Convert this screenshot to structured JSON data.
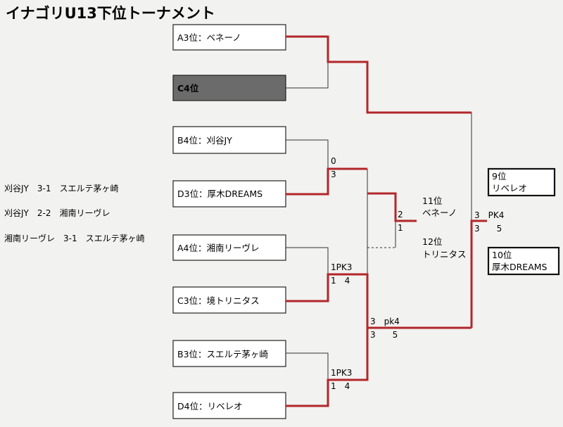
{
  "title": "イナゴリU13下位トーナメント",
  "colors": {
    "winner_line": "#b3262a",
    "line": "#333333",
    "box_fill": "#ffffff",
    "box_fill_dark": "#6b6b6b",
    "box_border": "#222222"
  },
  "teams": [
    {
      "label": "A3位：ベネーノ",
      "dark": false
    },
    {
      "label": "C4位",
      "dark": true
    },
    {
      "label": "B4位：刈谷JY",
      "dark": false
    },
    {
      "label": "D3位：厚木DREAMS",
      "dark": false
    },
    {
      "label": "A4位：湘南リーヴレ",
      "dark": false
    },
    {
      "label": "C3位：境トリニタス",
      "dark": false
    },
    {
      "label": "B3位：スエルテ茅ヶ崎",
      "dark": false
    },
    {
      "label": "D4位：リベレオ",
      "dark": false
    }
  ],
  "league_results": [
    "刈谷JY　3-1　スエルテ茅ヶ崎",
    "刈谷JY　2-2　湘南リーヴレ",
    "湘南リーヴレ　3-1　スエルテ茅ヶ崎"
  ],
  "scores": {
    "r1_m2_top": "0",
    "r1_m2_bottom": "3",
    "r1_m3_top": "1PK3",
    "r1_m3_bottom": "1　4",
    "r1_m4_top": "1PK3",
    "r1_m4_bottom": "1　4",
    "sf_bottom_top": "3　pk4",
    "sf_bottom_bottom": "3　　5",
    "final_top": "3　PK4",
    "final_bottom": "3　　5",
    "third_top": "2",
    "third_bottom": "1"
  },
  "places": {
    "p9_rank": "9位",
    "p9_team": "リベレオ",
    "p10_rank": "10位",
    "p10_team": "厚木DREAMS",
    "p11_rank": "11位",
    "p11_team": "ベネーノ",
    "p12_rank": "12位",
    "p12_team": "トリニタス"
  }
}
